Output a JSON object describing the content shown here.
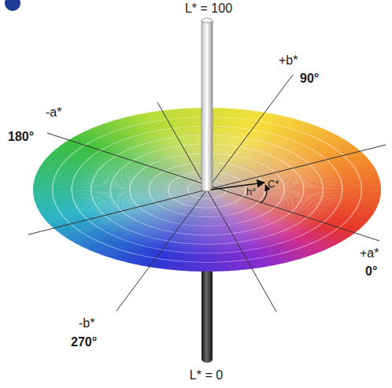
{
  "diagram": {
    "labels": [
      "L* = 100",
      "+b*",
      "90°",
      "-a*",
      "180°",
      "C*",
      "h°",
      "+a*",
      "0°",
      "-b*",
      "270°",
      "L* = 0"
    ]
  }
}
